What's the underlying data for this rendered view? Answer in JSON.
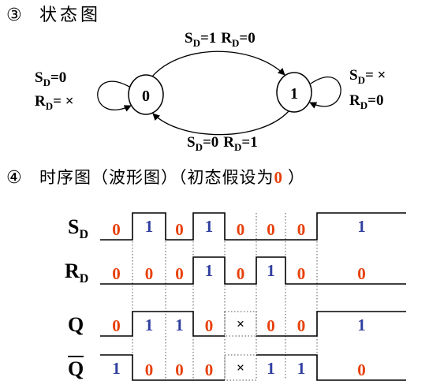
{
  "section3": {
    "number": "③",
    "title": "状态图"
  },
  "state_diagram": {
    "states": [
      "0",
      "1"
    ],
    "top_arc": {
      "s": "S",
      "s_sub": "D",
      "s_val": "=1",
      "r": "R",
      "r_sub": "D",
      "r_val": "=0"
    },
    "bottom_arc": {
      "s": "S",
      "s_sub": "D",
      "s_val": "=0",
      "r": "R",
      "r_sub": "D",
      "r_val": "=1"
    },
    "left_loop": {
      "s": "S",
      "s_sub": "D",
      "s_val": "=0",
      "r": "R",
      "r_sub": "D",
      "r_val": "= ×"
    },
    "right_loop": {
      "s": "S",
      "s_sub": "D",
      "s_val": "= ×",
      "r": "R",
      "r_sub": "D",
      "r_val": "=0"
    }
  },
  "section4": {
    "number": "④",
    "title": "时序图（波形图）（初态假设为",
    "initial": "0",
    "close": "）"
  },
  "timing": {
    "signals": [
      {
        "name": "S",
        "sub": "D",
        "bar": false,
        "levels": [
          0,
          1,
          0,
          1,
          0,
          0,
          0,
          1
        ],
        "labels": [
          "0",
          "1",
          "0",
          "1",
          "0",
          "0",
          "0",
          "1"
        ]
      },
      {
        "name": "R",
        "sub": "D",
        "bar": false,
        "levels": [
          0,
          0,
          0,
          1,
          0,
          1,
          0,
          0
        ],
        "labels": [
          "0",
          "0",
          "0",
          "1",
          "0",
          "1",
          "0",
          "0"
        ]
      },
      {
        "name": "Q",
        "sub": "",
        "bar": false,
        "levels": [
          0,
          1,
          1,
          0,
          "x",
          0,
          0,
          1
        ],
        "labels": [
          "0",
          "1",
          "1",
          "0",
          "×",
          "0",
          "0",
          "1"
        ]
      },
      {
        "name": "Q",
        "sub": "",
        "bar": true,
        "levels": [
          1,
          0,
          0,
          0,
          "x",
          1,
          1,
          0
        ],
        "labels": [
          "1",
          "0",
          "0",
          "0",
          "×",
          "1",
          "1",
          "0"
        ]
      }
    ]
  },
  "colors": {
    "zero": "#e8400a",
    "one": "#2f3fa0",
    "line": "#000000",
    "dotted": "#555555"
  }
}
